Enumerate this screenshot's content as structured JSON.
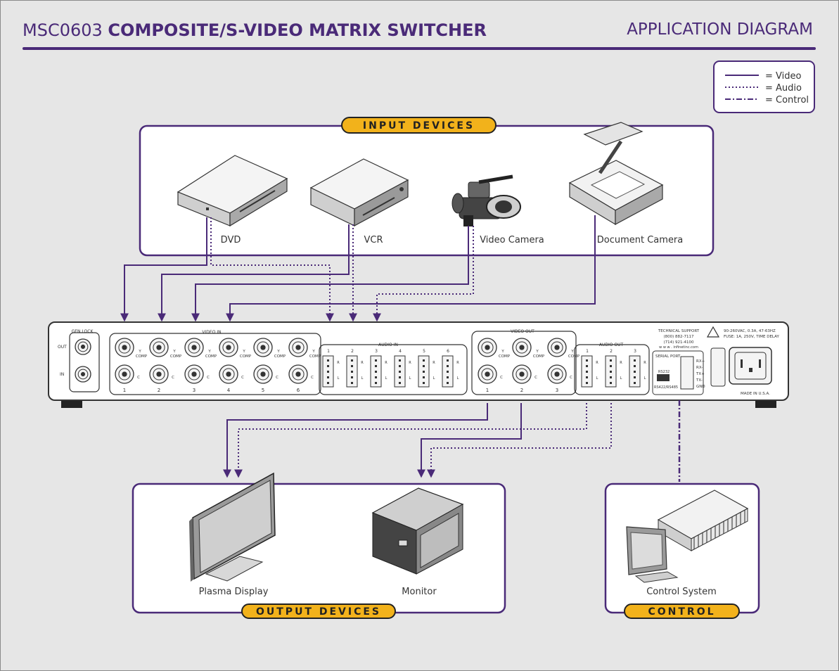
{
  "header": {
    "model": "MSC0603",
    "title": "COMPOSITE/S-VIDEO MATRIX SWITCHER",
    "right_title": "APPLICATION DIAGRAM"
  },
  "legend": {
    "video": "= Video",
    "audio": "= Audio",
    "control": "= Control"
  },
  "groups": {
    "input": "INPUT DEVICES",
    "output": "OUTPUT DEVICES",
    "control": "CONTROL"
  },
  "devices": {
    "dvd": "DVD",
    "vcr": "VCR",
    "video_camera": "Video Camera",
    "document_camera": "Document Camera",
    "plasma": "Plasma Display",
    "monitor": "Monitor",
    "control_system": "Control System"
  },
  "panel": {
    "gen_lock": "GEN LOCK",
    "out": "OUT",
    "in": "IN",
    "video_in": "VIDEO IN",
    "audio_in": "AUDIO IN",
    "video_out": "VIDEO OUT",
    "audio_out": "AUDIO OUT",
    "serial_port": "SERIAL PORT",
    "rs232": "RS232",
    "rs422": "RS422/RS485",
    "pins": [
      "RX+",
      "RX-",
      "TX+",
      "TX-",
      "GND"
    ],
    "support_line1": "TECHNICAL SUPPORT",
    "support_line2": "(800) 882-7117",
    "support_line3": "(714) 921-4100",
    "support_line4": "w w w . infinetinc.com",
    "power_line1": "90-260VAC, 0.3A, 47-63HZ",
    "power_line2": "FUSE: 1A, 250V, TIME DELAY",
    "made_in": "MADE IN U.S.A.",
    "y_label": "Y",
    "comp_label": "COMP",
    "c_label": "C",
    "r_label": "R",
    "l_label": "L",
    "input_numbers": [
      "1",
      "2",
      "3",
      "4",
      "5",
      "6"
    ],
    "output_numbers": [
      "1",
      "2",
      "3"
    ]
  },
  "colors": {
    "purple": "#4a2a78",
    "gold": "#f2b21b",
    "background": "#e6e6e6"
  }
}
